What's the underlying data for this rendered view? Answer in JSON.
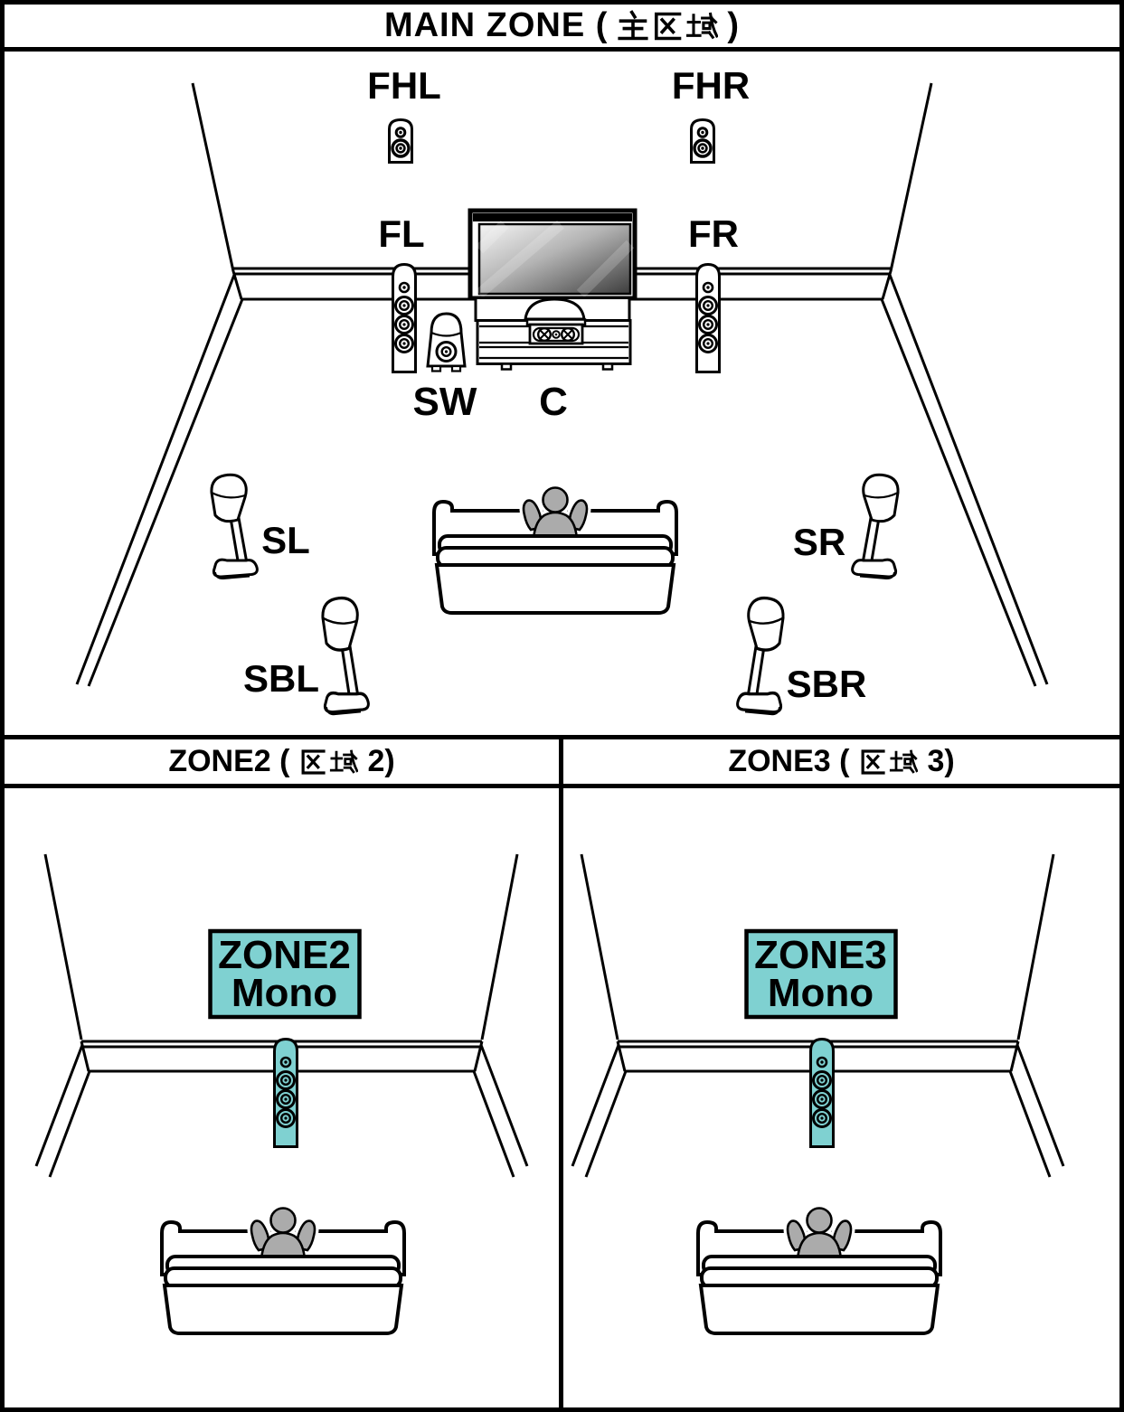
{
  "page": {
    "background": "#ffffff",
    "line_color": "#000000",
    "accent_color": "#7FD1D1",
    "person_color": "#ABABAB"
  },
  "main_zone": {
    "header": {
      "title_full": "MAIN ZONE（主区域）",
      "latin_prefix": "MAIN ZONE (",
      "cjk": "主区域",
      "latin_suffix": ")"
    },
    "speaker_labels": {
      "front_height_left": "FHL",
      "front_height_right": "FHR",
      "front_left": "FL",
      "front_right": "FR",
      "subwoofer": "SW",
      "center": "C",
      "surround_left": "SL",
      "surround_right": "SR",
      "surround_back_left": "SBL",
      "surround_back_right": "SBR"
    }
  },
  "zone2": {
    "header": {
      "title_full": "ZONE2（区域 2）",
      "latin_prefix": "ZONE2 (",
      "cjk": "区域",
      "latin_suffix": "2)"
    },
    "speaker_box": {
      "line1": "ZONE2",
      "line2": "Mono"
    }
  },
  "zone3": {
    "header": {
      "title_full": "ZONE3（区域 3）",
      "latin_prefix": "ZONE3 (",
      "cjk": "区域",
      "latin_suffix": "3)"
    },
    "speaker_box": {
      "line1": "ZONE3",
      "line2": "Mono"
    }
  }
}
